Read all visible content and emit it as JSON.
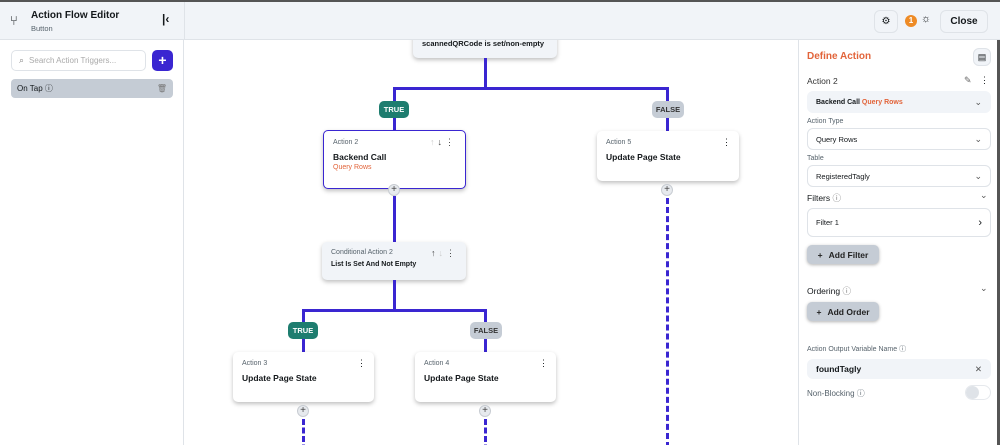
{
  "header": {
    "title": "Action Flow Editor",
    "subtitle": "Button",
    "collapse_icon": "collapse-left-icon",
    "notification_count": "1",
    "close_label": "Close"
  },
  "left": {
    "search_placeholder": "Search Action Triggers...",
    "add_label": "+",
    "triggers": [
      {
        "label": "On Tap"
      }
    ]
  },
  "canvas": {
    "top_condition": "scannedQRCode is set/non-empty",
    "true_label": "TRUE",
    "false_label": "FALSE",
    "action2": {
      "num": "Action 2",
      "title": "Backend Call",
      "subtitle": "Query Rows"
    },
    "action5": {
      "num": "Action 5",
      "title": "Update Page State"
    },
    "cond2": {
      "num": "Conditional Action 2",
      "title": "List Is Set And Not Empty"
    },
    "action3": {
      "num": "Action 3",
      "title": "Update Page State"
    },
    "action4": {
      "num": "Action 4",
      "title": "Update Page State"
    }
  },
  "right": {
    "title": "Define Action",
    "action_name": "Action 2",
    "action_select": {
      "type": "Backend Call",
      "sub": "Query Rows"
    },
    "action_type_label": "Action Type",
    "action_type": "Query Rows",
    "table_label": "Table",
    "table": "RegisteredTagly",
    "filters_label": "Filters",
    "filter1": "Filter 1",
    "add_filter": "Add Filter",
    "ordering_label": "Ordering",
    "add_order": "Add Order",
    "output_label": "Action Output Variable Name",
    "output_value": "foundTagly",
    "non_blocking_label": "Non-Blocking",
    "non_blocking": false
  },
  "colors": {
    "accent": "#3a26d1",
    "orange": "#e2643a",
    "true": "#1e7d6f"
  }
}
